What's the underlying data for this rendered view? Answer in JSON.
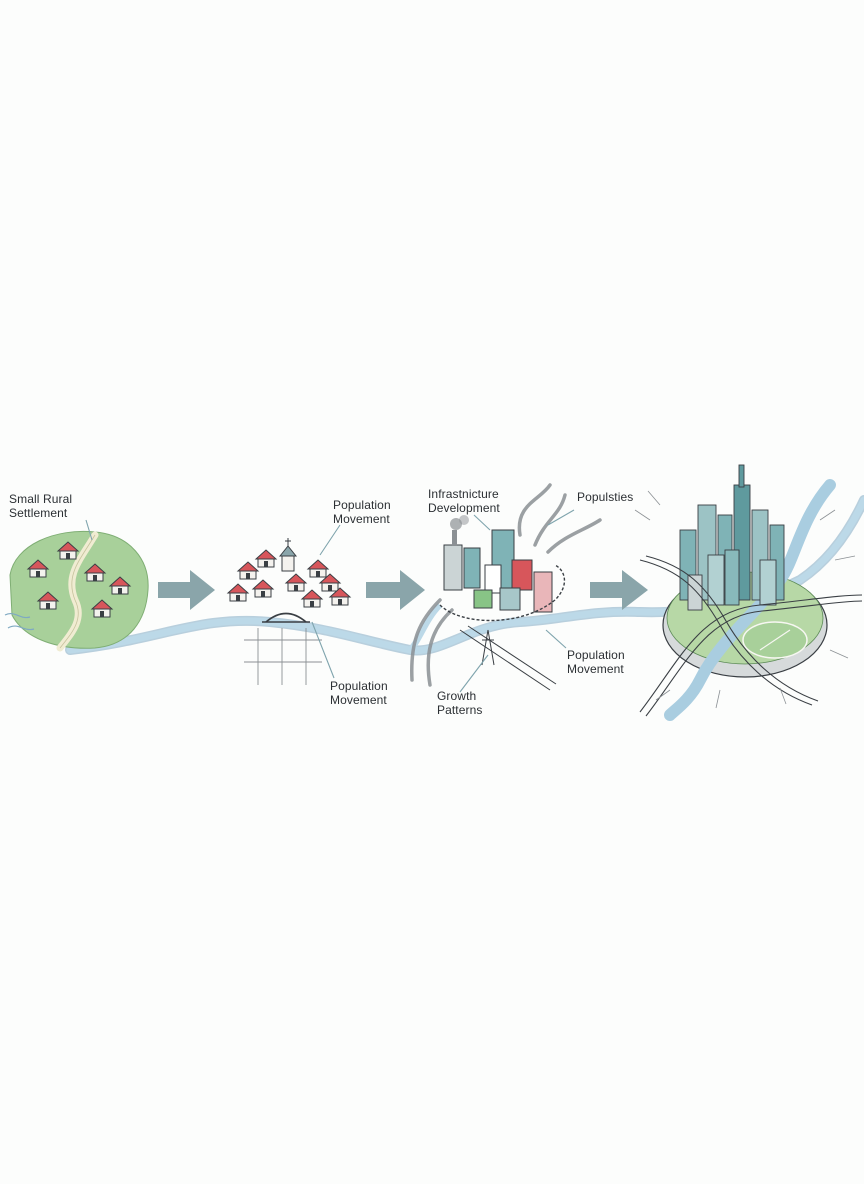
{
  "labels": {
    "small_rural": "Small Rural\nSettlement",
    "population_movement_1": "Population\nMovement",
    "population_movement_2": "Population\nMovement",
    "infrastructure": "Infrastnicture\nDevelopment",
    "populsties": "Populsties",
    "population_movement_3": "Population\nMovement",
    "growth_patterns": "Growth\nPatterns"
  },
  "colors": {
    "river": "#a9cde0",
    "river_edge": "#7fa9c2",
    "green_land": "#a8d09a",
    "roof_red": "#d7565b",
    "arrow": "#8aa5aa",
    "building_teal": "#7fb3b6",
    "ink": "#3a3f44"
  }
}
